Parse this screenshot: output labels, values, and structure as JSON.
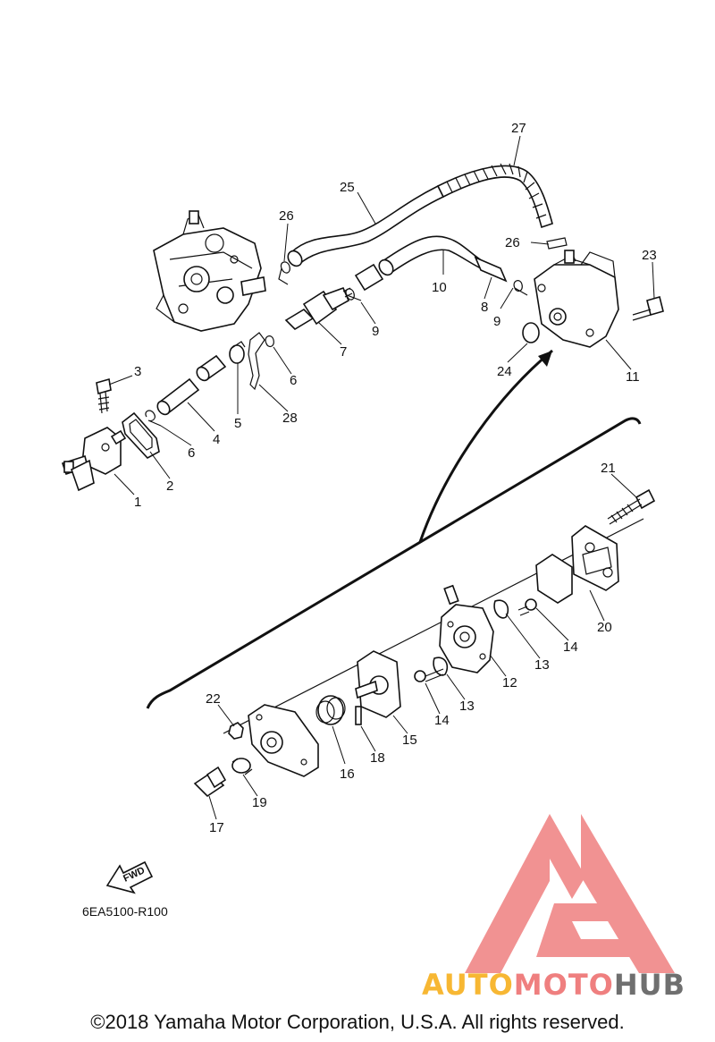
{
  "diagram": {
    "part_numbers": [
      "1",
      "2",
      "3",
      "4",
      "5",
      "6",
      "6",
      "7",
      "8",
      "9",
      "9",
      "10",
      "11",
      "12",
      "13",
      "13",
      "14",
      "14",
      "15",
      "16",
      "17",
      "18",
      "19",
      "20",
      "21",
      "22",
      "23",
      "24",
      "25",
      "26",
      "26",
      "27",
      "28"
    ],
    "forward_label": "FWD",
    "diagram_code": "6EA5100-R100",
    "copyright": "©2018 Yamaha Motor Corporation, U.S.A. All rights reserved."
  },
  "watermark": {
    "brand_part1": "AUTO",
    "brand_part2": "MOTO",
    "brand_part3": "HUB",
    "colors": {
      "orange": "#f7b733",
      "pink": "#ef7f7f",
      "gray": "#6f6f6f"
    }
  }
}
